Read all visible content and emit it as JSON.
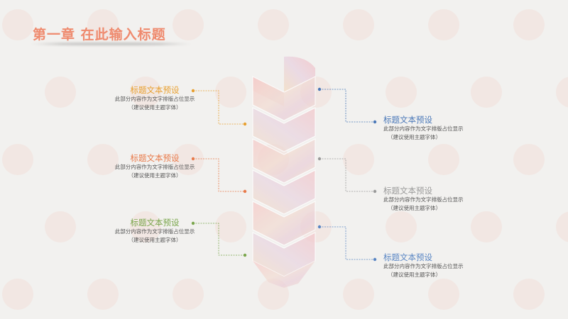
{
  "page": {
    "title": "第一章  在此输入标题"
  },
  "colors": {
    "title": "#ef8a6e",
    "orange": "#f0a030",
    "red_orange": "#ee7a4a",
    "green": "#7aa64c",
    "blue": "#5a86c4",
    "gray": "#9a9a9a",
    "blue2": "#6f8ec0"
  },
  "left_items": [
    {
      "heading": "标题文本预设",
      "line1": "此部分内容作为文字排版占位显示",
      "line2": "（建议使用主题字体）",
      "color": "#e8a030"
    },
    {
      "heading": "标题文本预设",
      "line1": "此部分内容作为文字排版占位显示",
      "line2": "（建议使用主题字体）",
      "color": "#e87a4a"
    },
    {
      "heading": "标题文本预设",
      "line1": "此部分内容作为文字排版占位显示",
      "line2": "（建议使用主题字体）",
      "color": "#7aa64c"
    }
  ],
  "right_items": [
    {
      "heading": "标题文本预设",
      "line1": "此部分内容作为文字排版占位显示",
      "line2": "（建议使用主题字体）",
      "color": "#4a78b8"
    },
    {
      "heading": "标题文本预设",
      "line1": "此部分内容作为文字排版占位显示",
      "line2": "（建议使用主题字体）",
      "color": "#9a9a9a"
    },
    {
      "heading": "标题文本预设",
      "line1": "此部分内容作为文字排版占位显示",
      "line2": "（建议使用主题字体）",
      "color": "#5a86c4"
    }
  ]
}
